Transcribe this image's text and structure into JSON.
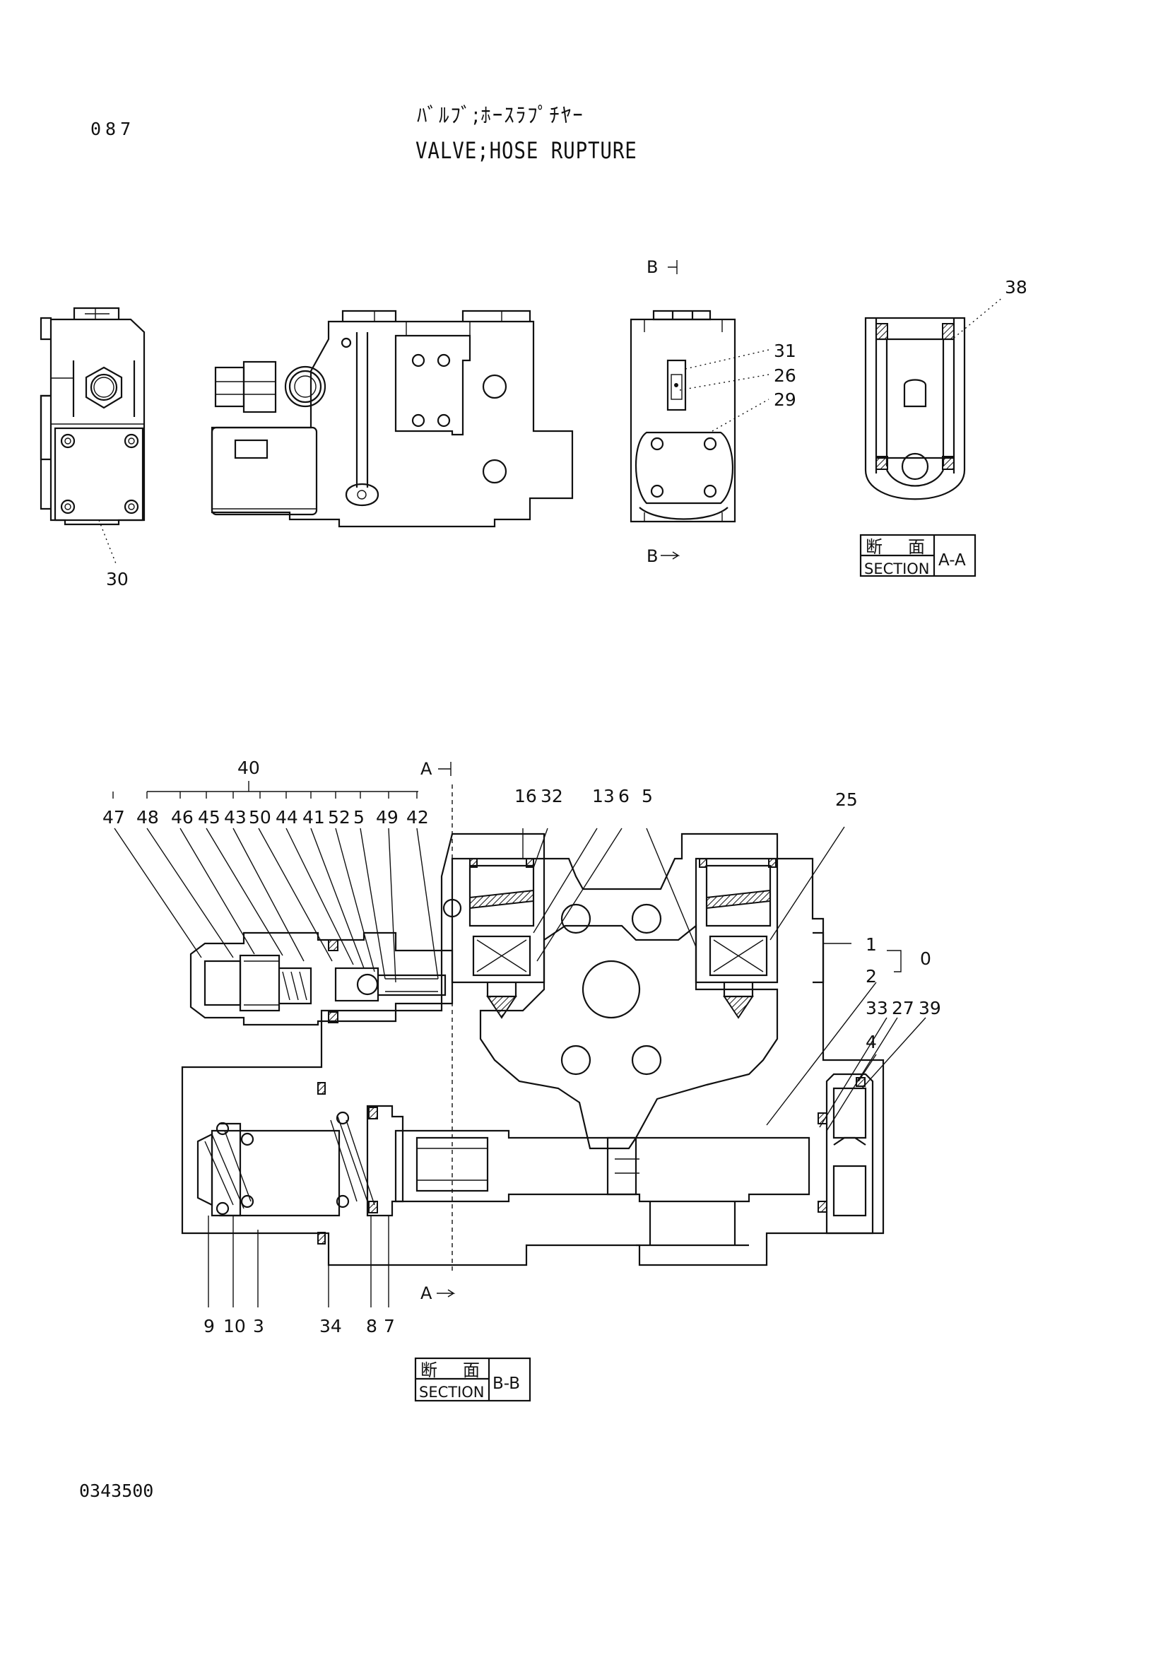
{
  "header": {
    "page_number": "087",
    "title_jp": "ﾊﾞﾙﾌﾞ;ﾎｰｽﾗﾌﾟﾁﾔｰ",
    "title_en": "VALVE;HOSE RUPTURE"
  },
  "footer": {
    "drawing_code": "0343500"
  },
  "section_markers": {
    "b_top": "B",
    "b_bottom": "B",
    "a_top": "A",
    "a_bottom": "A"
  },
  "section_labels": {
    "aa": {
      "kanji_1": "断",
      "kanji_2": "面",
      "word": "SECTION",
      "id": "A-A"
    },
    "bb": {
      "kanji_1": "断",
      "kanji_2": "面",
      "word": "SECTION",
      "id": "B-B"
    }
  },
  "callouts": {
    "n30": "30",
    "n31": "31",
    "n26": "26",
    "n29": "29",
    "n38": "38",
    "n40": "40",
    "n47": "47",
    "n48": "48",
    "n46": "46",
    "n45": "45",
    "n43": "43",
    "n50": "50",
    "n44": "44",
    "n41": "41",
    "n52": "52",
    "n51": "5",
    "n49": "49",
    "n42": "42",
    "n16": "16",
    "n32": "32",
    "n13": "13",
    "n6": "6",
    "n5": "5",
    "n25": "25",
    "n1": "1",
    "n0": "0",
    "n2": "2",
    "n33": "33",
    "n27": "27",
    "n39": "39",
    "n4": "4",
    "n9": "9",
    "n10": "10",
    "n3": "3",
    "n34": "34",
    "n8": "8",
    "n7": "7"
  }
}
